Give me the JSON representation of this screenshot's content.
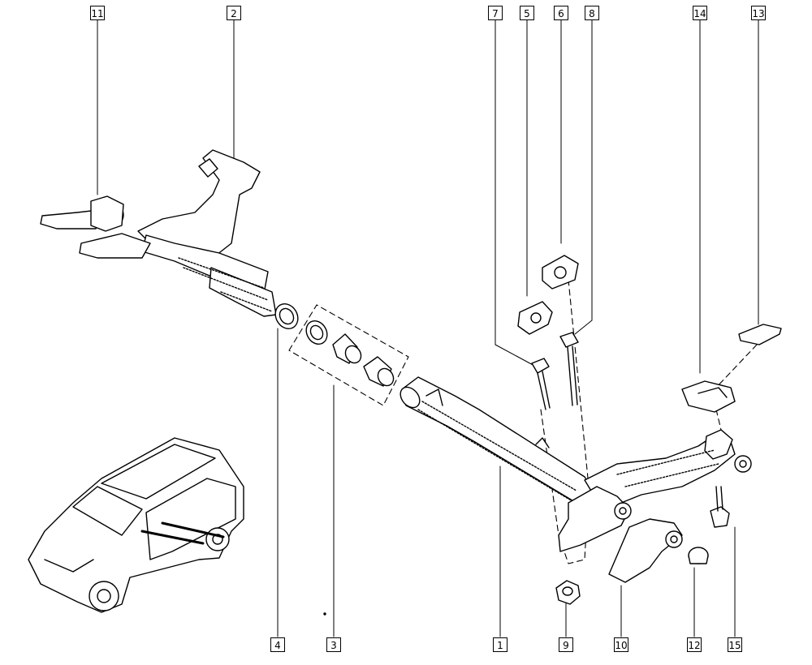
{
  "callouts": {
    "c1": "1",
    "c2": "2",
    "c3": "3",
    "c4": "4",
    "c5": "5",
    "c6": "6",
    "c7": "7",
    "c8": "8",
    "c9": "9",
    "c10": "10",
    "c11": "11",
    "c12": "12",
    "c13": "13",
    "c14": "14",
    "c15": "15"
  },
  "colors": {
    "line": "#000000",
    "fill": "#ffffff"
  }
}
